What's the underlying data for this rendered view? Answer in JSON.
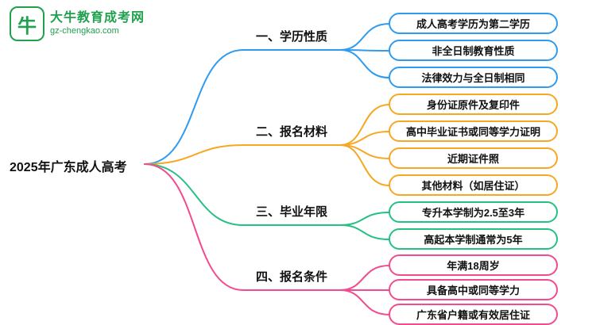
{
  "logo": {
    "title": "大牛教育成考网",
    "subtitle": "gz-chengkao.com",
    "brand_color": "#1FA14E",
    "icon": "bull-icon",
    "icon_glyph": "牛"
  },
  "root": {
    "label": "2025年广东成人高考"
  },
  "branches": [
    {
      "label": "一、学历性质",
      "color": "#2E9BF0",
      "children": [
        "成人高考学历为第二学历",
        "非全日制教育性质",
        "法律效力与全日制相同"
      ]
    },
    {
      "label": "二、报名材料",
      "color": "#F7A823",
      "children": [
        "身份证原件及复印件",
        "高中毕业证书或同等学力证明",
        "近期证件照",
        "其他材料（如居住证）"
      ]
    },
    {
      "label": "三、毕业年限",
      "color": "#27C084",
      "children": [
        "专升本学制为2.5至3年",
        "高起本学制通常为5年"
      ]
    },
    {
      "label": "四、报名条件",
      "color": "#F24B8F",
      "children": [
        "年满18周岁",
        "具备高中或同等学力",
        "广东省户籍或有效居住证"
      ]
    }
  ]
}
